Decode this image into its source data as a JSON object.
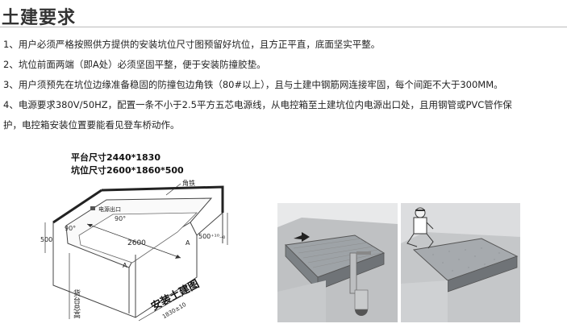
{
  "title": "土建要求",
  "requirements": [
    "1、用户必须严格按照供方提供的安装坑位尺寸图预留好坑位，且方正平直，底面坚实平整。",
    "2、坑位前面两端（即A处）必须坚固平整，便于安装防撞胶垫。",
    "3、用户须预先在坑位边缘准备稳固的防撞包边角铁（80#以上），且与土建中钢筋网连接牢固，每个间距不大于300MM。",
    "4、电源要求380V/50HZ，配置一条不小于2.5平方五芯电源线，从电控箱至土建坑位内电源出口处，且用钢管或PVC管作保",
    "护，电控箱安装位置要能看见登车桥动作。"
  ],
  "diagram": {
    "platform_size": "平台尺寸2440*1830",
    "pit_size": "坑位尺寸2600*1860*500",
    "angle_iron": "角铁",
    "power_outlet": "电源出口",
    "angle_90_a": "90°",
    "angle_90_b": "90°",
    "width_2600": "2600",
    "depth_500_left": "500",
    "depth_500_right": "500⁺¹⁰₋₀",
    "mark_a_left": "A",
    "mark_a_right": "A",
    "install_label": "安装土建图",
    "width_1830": "1830±10",
    "dock_height": "货台总高"
  }
}
